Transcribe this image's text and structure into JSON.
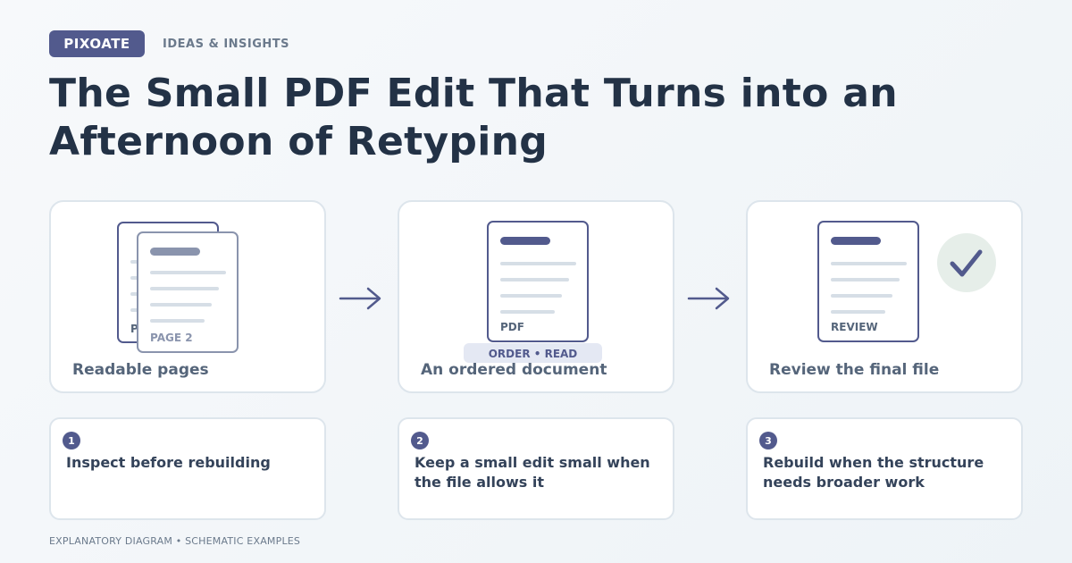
{
  "brand": {
    "badge": "PIXOATE",
    "kicker": "IDEAS & INSIGHTS"
  },
  "title": "The Small PDF Edit That Turns into an Afternoon of Retyping",
  "cards": [
    {
      "caption": "Readable pages",
      "doc_label_back": "P",
      "doc_label_front": "PAGE 2"
    },
    {
      "caption": "An ordered document",
      "doc_label": "PDF",
      "tag": "ORDER • READ"
    },
    {
      "caption": "Review the final file",
      "doc_label": "REVIEW",
      "icon": "check-circle-icon"
    }
  ],
  "steps": [
    {
      "number": "1",
      "text": "Inspect before rebuilding"
    },
    {
      "number": "2",
      "text": "Keep a small edit small when the file allows it"
    },
    {
      "number": "3",
      "text": "Rebuild when the structure needs broader work"
    }
  ],
  "footer": "EXPLANATORY DIAGRAM • SCHEMATIC EXAMPLES",
  "colors": {
    "accent": "#525a8d",
    "title": "#233246",
    "muted": "#6b7a8c",
    "border": "#dde5ec",
    "check_bg": "#e6eee9"
  }
}
